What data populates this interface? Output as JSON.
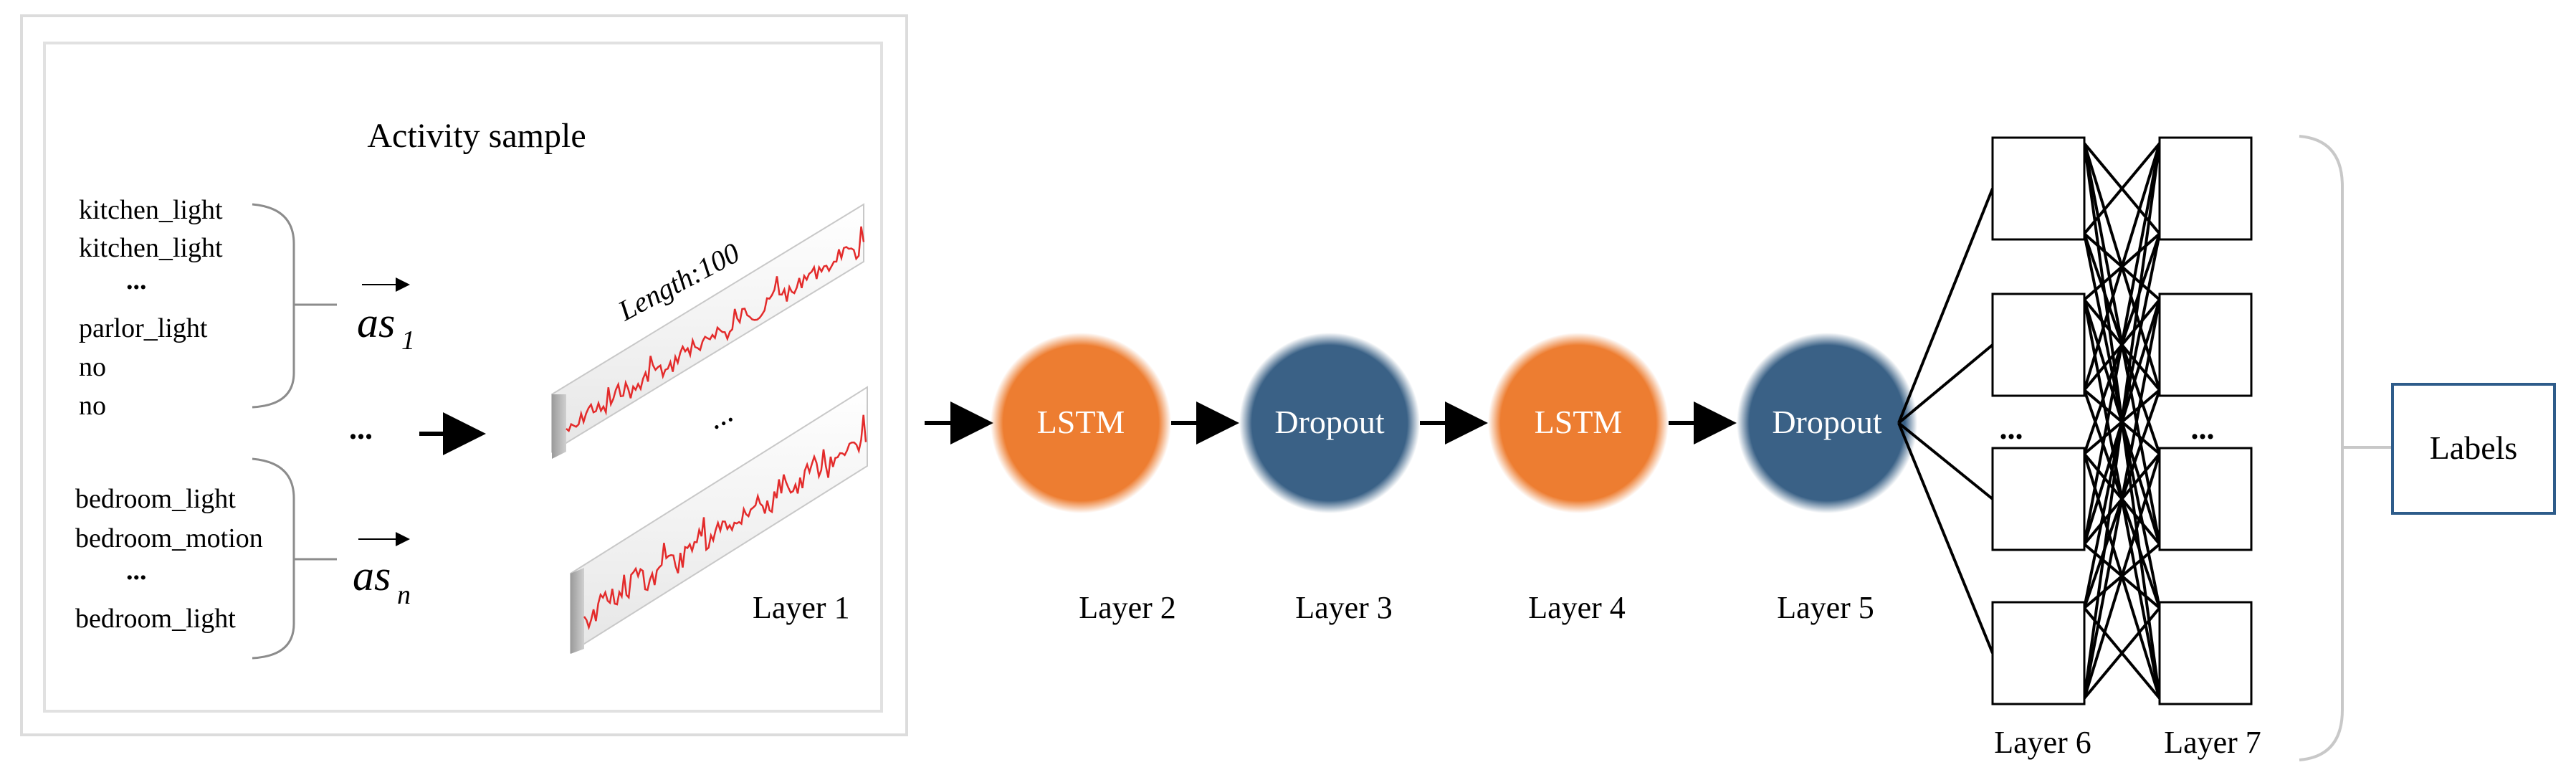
{
  "sample_panel": {
    "title": "Activity sample",
    "group1": [
      "kitchen_light",
      "kitchen_light",
      "...",
      "parlor_light",
      "no",
      "no"
    ],
    "group2": [
      "bedroom_light",
      "bedroom_motion",
      "...",
      "bedroom_light"
    ],
    "vector1": {
      "base": "as",
      "sub": "1"
    },
    "vectorn": {
      "base": "as",
      "sub": "n"
    },
    "mid_ellipsis": "...",
    "ribbon_ellipsis": "...",
    "length_label": "Length:100",
    "layer_label": "Layer 1"
  },
  "nodes": [
    {
      "text": "LSTM",
      "layer": "Layer 2",
      "color": "#ED7D31"
    },
    {
      "text": "Dropout",
      "layer": "Layer 3",
      "color": "#3A6186"
    },
    {
      "text": "LSTM",
      "layer": "Layer 4",
      "color": "#ED7D31"
    },
    {
      "text": "Dropout",
      "layer": "Layer 5",
      "color": "#3A6186"
    }
  ],
  "dense": {
    "col_a_label": "Layer 6",
    "col_b_label": "Layer 7",
    "ellipsis_a": "...",
    "ellipsis_b": "..."
  },
  "output": {
    "label": "Labels",
    "border_color": "#2E5C8A"
  }
}
